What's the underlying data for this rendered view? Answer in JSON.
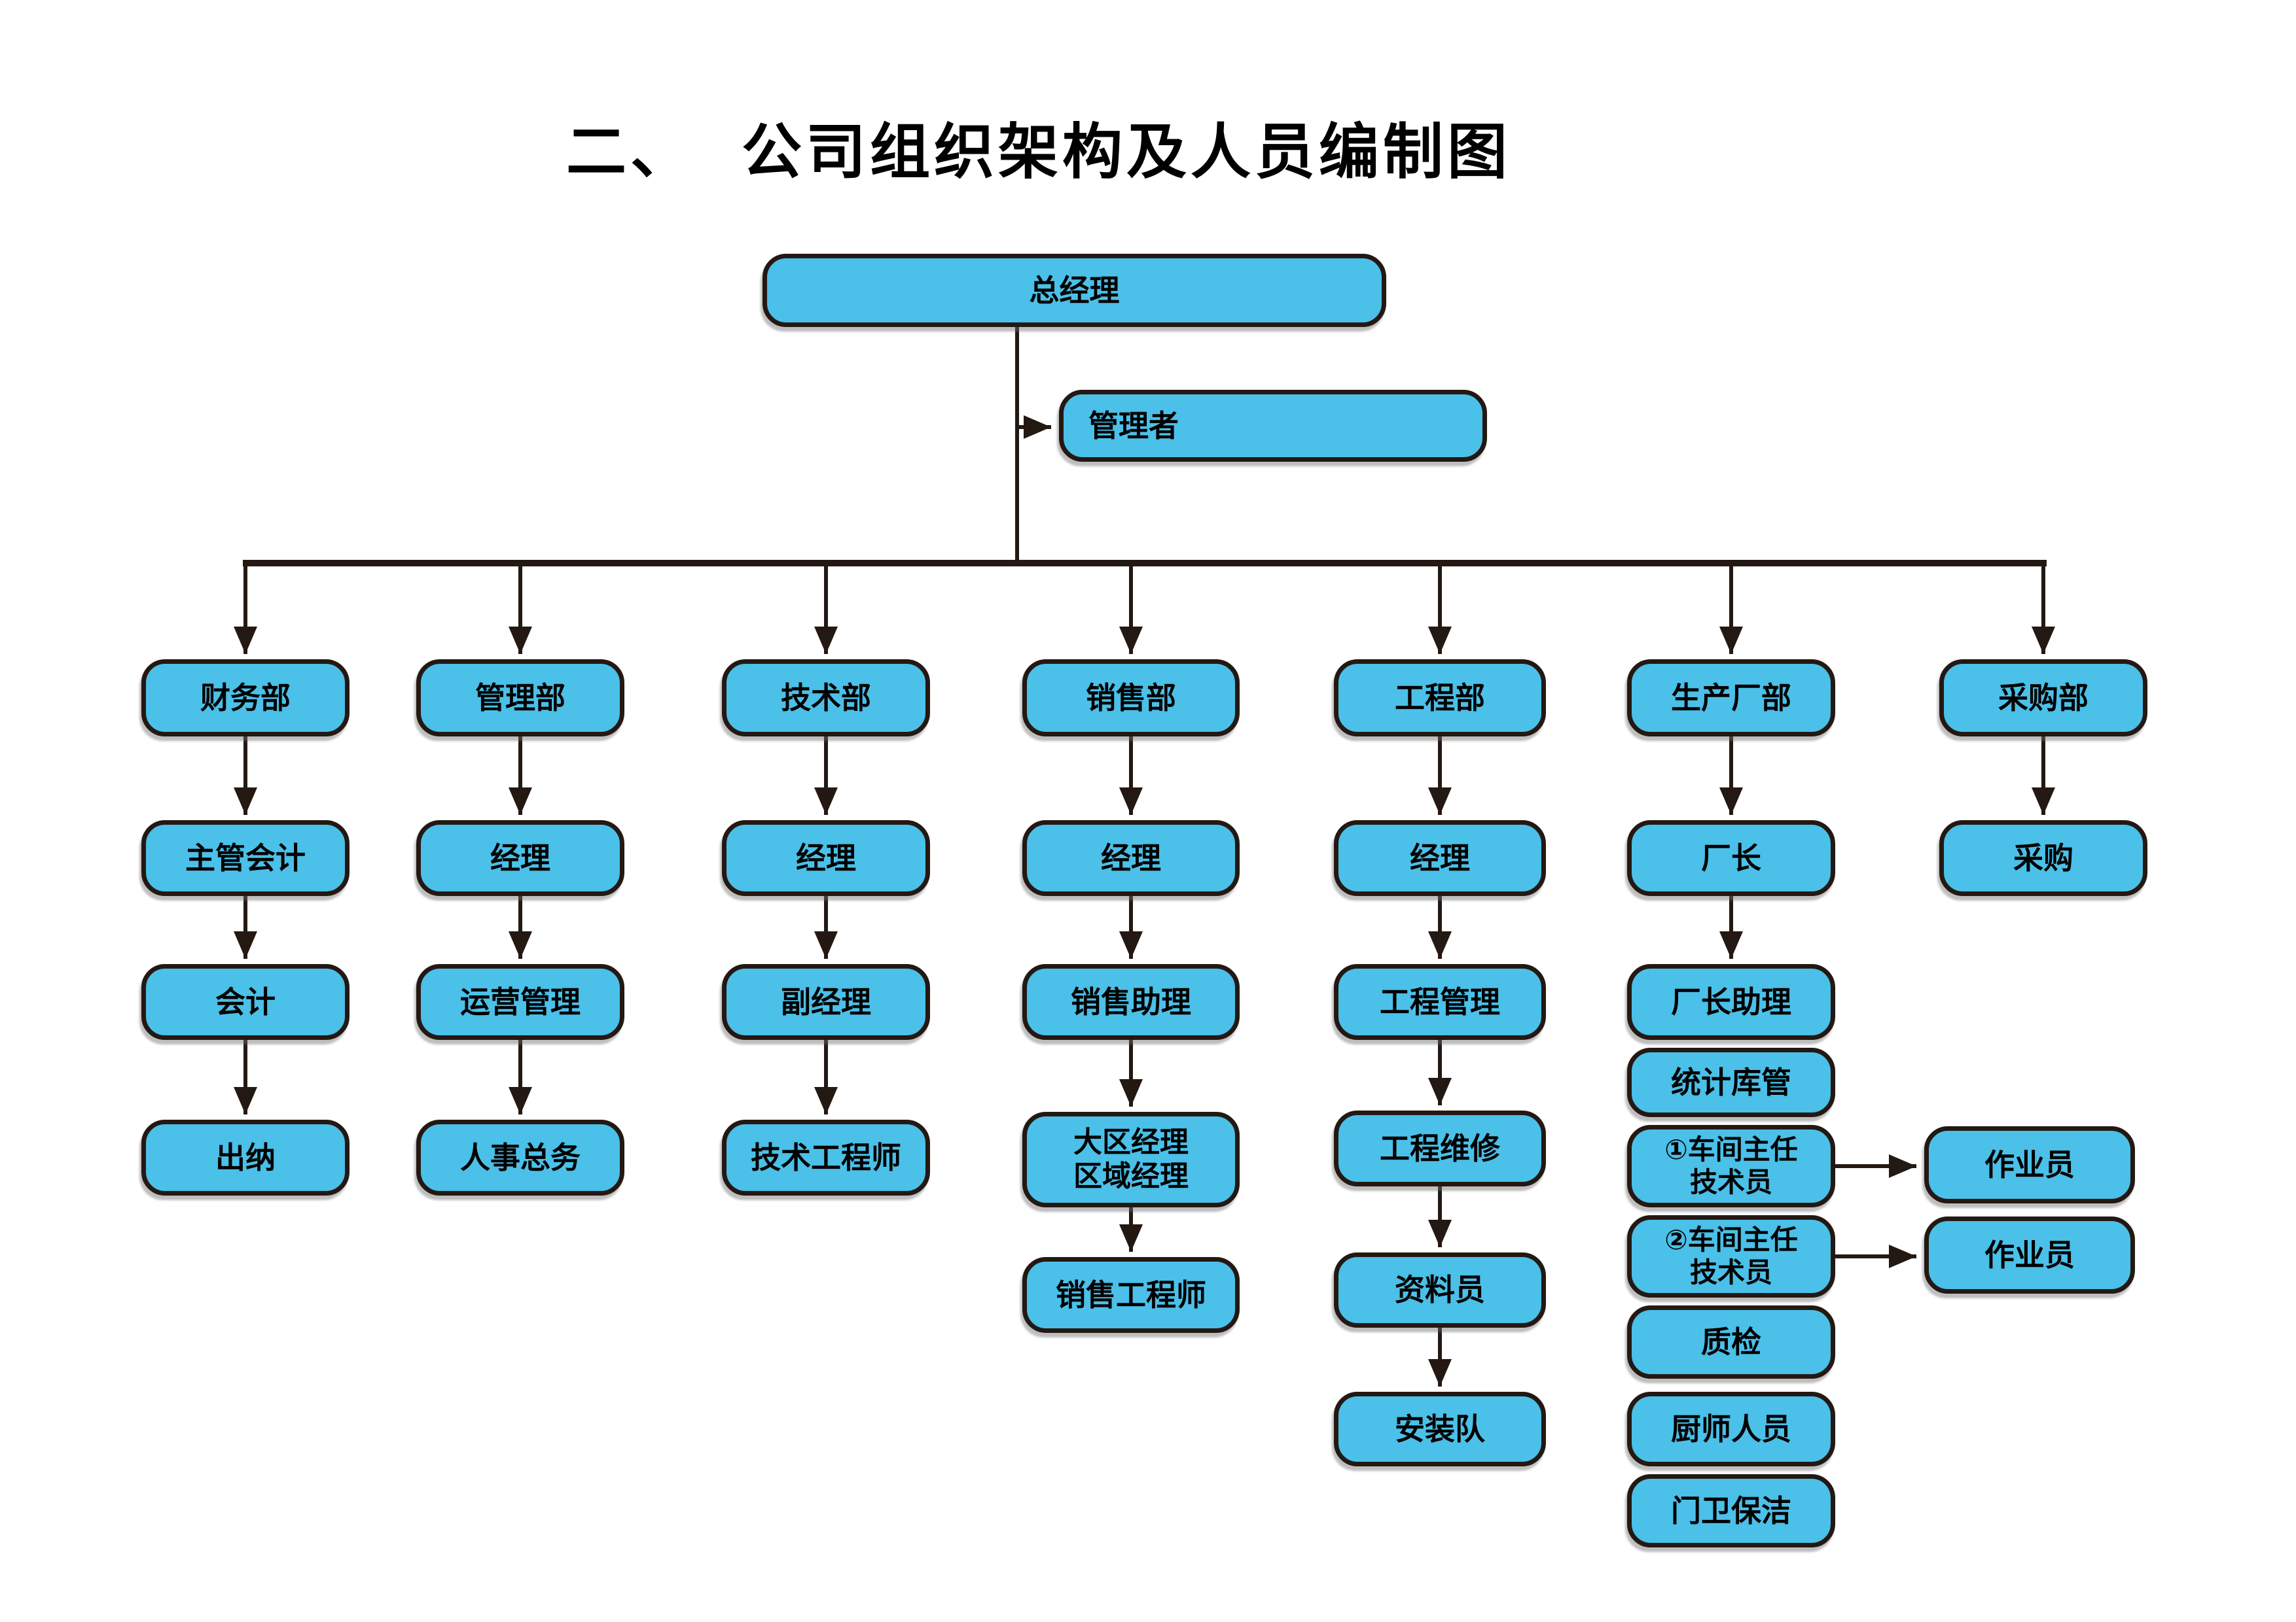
{
  "title": {
    "numbering": "二、",
    "text": "公司组织架构及人员编制图"
  },
  "colors": {
    "box_fill": "#4BC0E8",
    "box_border": "#241813",
    "line": "#241813",
    "text": "#000000",
    "background": "#FFFFFF"
  },
  "org": {
    "general_manager": "总经理",
    "administrator": "管理者",
    "departments": [
      "财务部",
      "管理部",
      "技术部",
      "销售部",
      "工程部",
      "生产厂部",
      "采购部"
    ],
    "finance": [
      "主管会计",
      "会计",
      "出纳"
    ],
    "admin": [
      "经理",
      "运营管理",
      "人事总务"
    ],
    "tech": [
      "经理",
      "副经理",
      "技术工程师"
    ],
    "sales": [
      "经理",
      "销售助理",
      "大区经理\n区域经理",
      "销售工程师"
    ],
    "engineering": [
      "经理",
      "工程管理",
      "工程维修",
      "资料员",
      "安装队"
    ],
    "production": [
      "厂长",
      "厂长助理",
      "统计库管",
      "①车间主任\n技术员",
      "②车间主任\n技术员",
      "质检",
      "厨师人员",
      "门卫保洁"
    ],
    "production_operators": [
      "作业员",
      "作业员"
    ],
    "purchasing": [
      "采购"
    ]
  }
}
